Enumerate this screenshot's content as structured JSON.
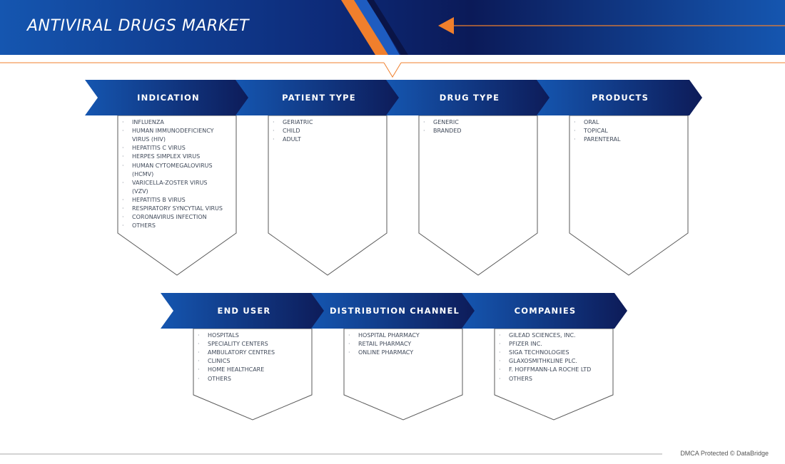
{
  "title": "ANTIVIRAL DRUGS MARKET",
  "colors": {
    "navy": "#0d1b58",
    "blue": "#1556b0",
    "orange": "#f07f2c",
    "outline": "#5a5a5a"
  },
  "segments": [
    {
      "heading": "INDICATION",
      "items": [
        "INFLUENZA",
        "HUMAN IMMUNODEFICIENCY",
        "VIRUS (HIV)",
        "HEPATITIS C VIRUS",
        "HERPES SIMPLEX VIRUS",
        "HUMAN CYTOMEGALOVIRUS",
        "(HCMV)",
        "VARICELLA-ZOSTER VIRUS",
        "(VZV)",
        "HEPATITIS B VIRUS",
        "RESPIRATORY SYNCYTIAL VIRUS",
        "CORONAVIRUS INFECTION",
        "OTHERS"
      ],
      "bulleted": [
        true,
        true,
        false,
        true,
        true,
        true,
        false,
        true,
        false,
        true,
        true,
        true,
        true
      ]
    },
    {
      "heading": "PATIENT TYPE",
      "items": [
        "GERIATRIC",
        "CHILD",
        "ADULT"
      ]
    },
    {
      "heading": "DRUG TYPE",
      "items": [
        "GENERIC",
        "BRANDED"
      ]
    },
    {
      "heading": "PRODUCTS",
      "items": [
        "ORAL",
        "TOPICAL",
        "PARENTERAL"
      ]
    },
    {
      "heading": "END USER",
      "items": [
        "HOSPITALS",
        "SPECIALITY CENTERS",
        "AMBULATORY CENTRES",
        "CLINICS",
        "HOME HEALTHCARE",
        "OTHERS"
      ]
    },
    {
      "heading": "DISTRIBUTION CHANNEL",
      "items": [
        "HOSPITAL PHARMACY",
        "RETAIL PHARMACY",
        "ONLINE PHARMACY"
      ]
    },
    {
      "heading": "COMPANIES",
      "items": [
        "GILEAD SCIENCES, INC.",
        "PFIZER INC.",
        "SIGA TECHNOLOGIES",
        "GLAXOSMITHKLINE PLC.",
        "F. HOFFMANN-LA ROCHE LTD",
        "OTHERS"
      ]
    }
  ],
  "footer": "DMCA Protected © DataBridge"
}
